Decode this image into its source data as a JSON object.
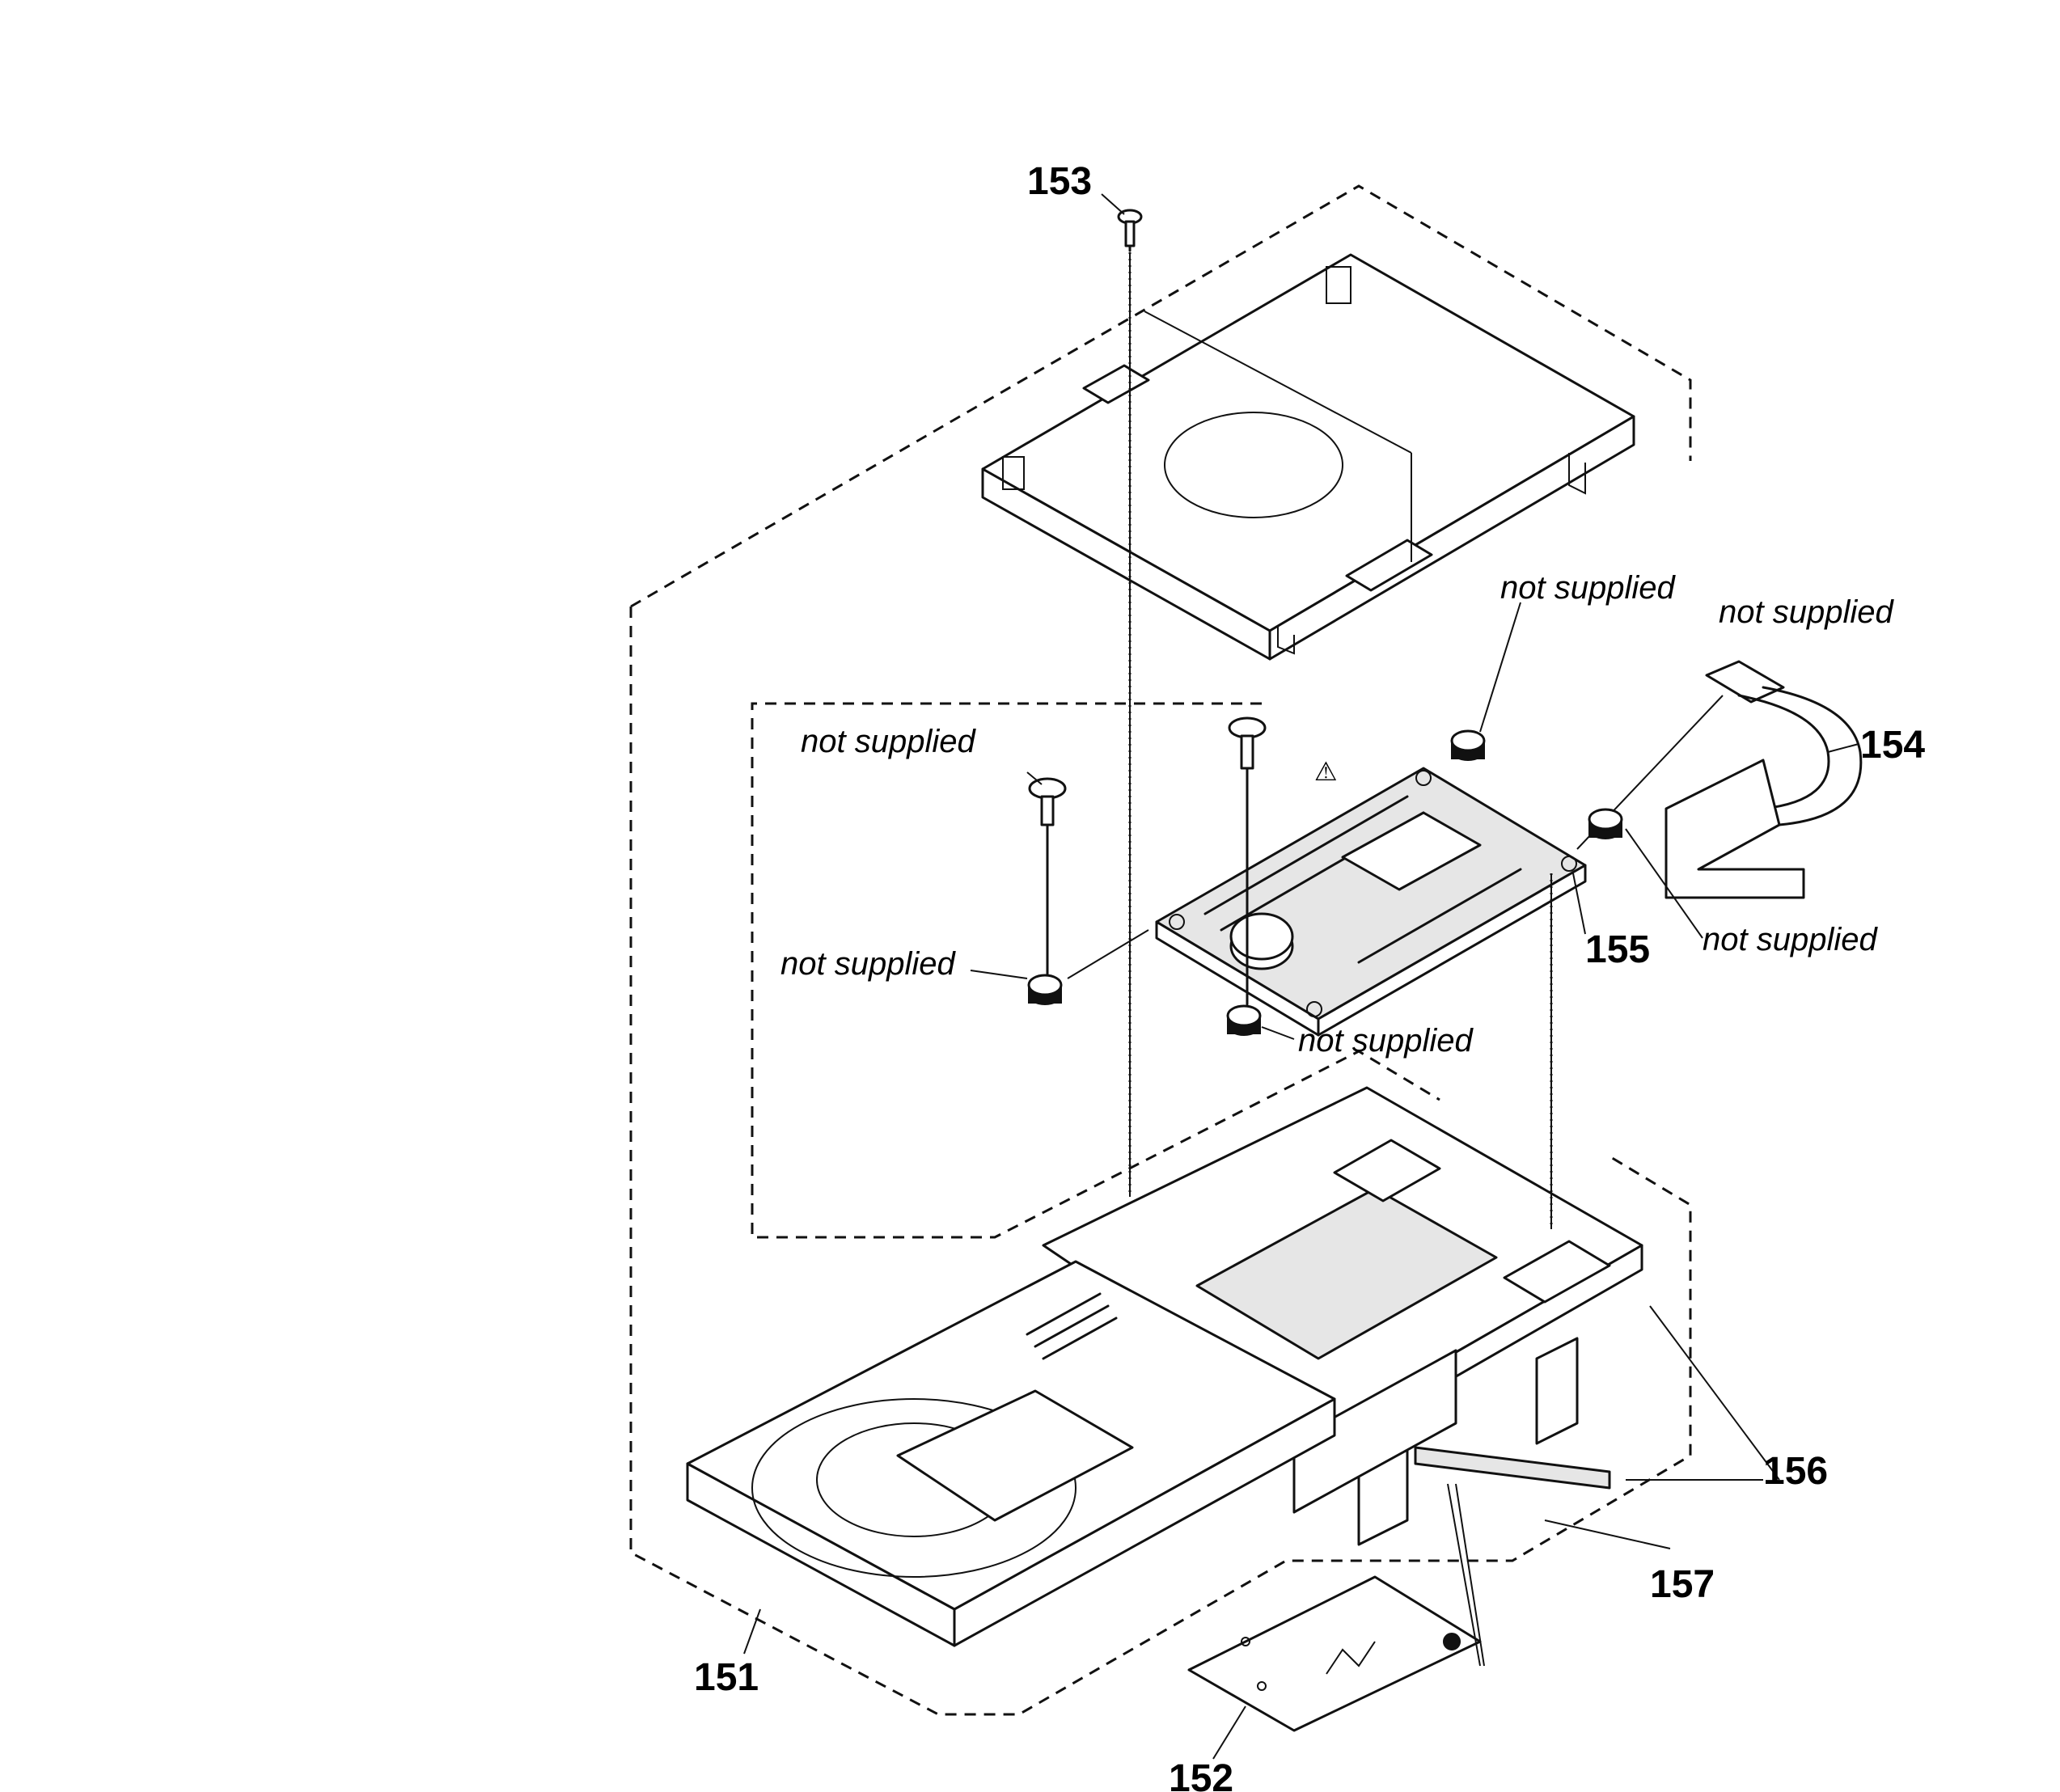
{
  "parts": {
    "p151": "151",
    "p152": "152",
    "p153": "153",
    "p154": "154",
    "p155": "155",
    "p156": "156",
    "p157": "157"
  },
  "notes": {
    "top_screw": "not supplied",
    "left_screw": "not supplied",
    "left_damper": "not supplied",
    "center_damper": "not supplied",
    "right_top_damper": "not supplied",
    "cable": "not supplied",
    "right_damper": "not supplied"
  },
  "symbols": {
    "warning": "⚠"
  }
}
